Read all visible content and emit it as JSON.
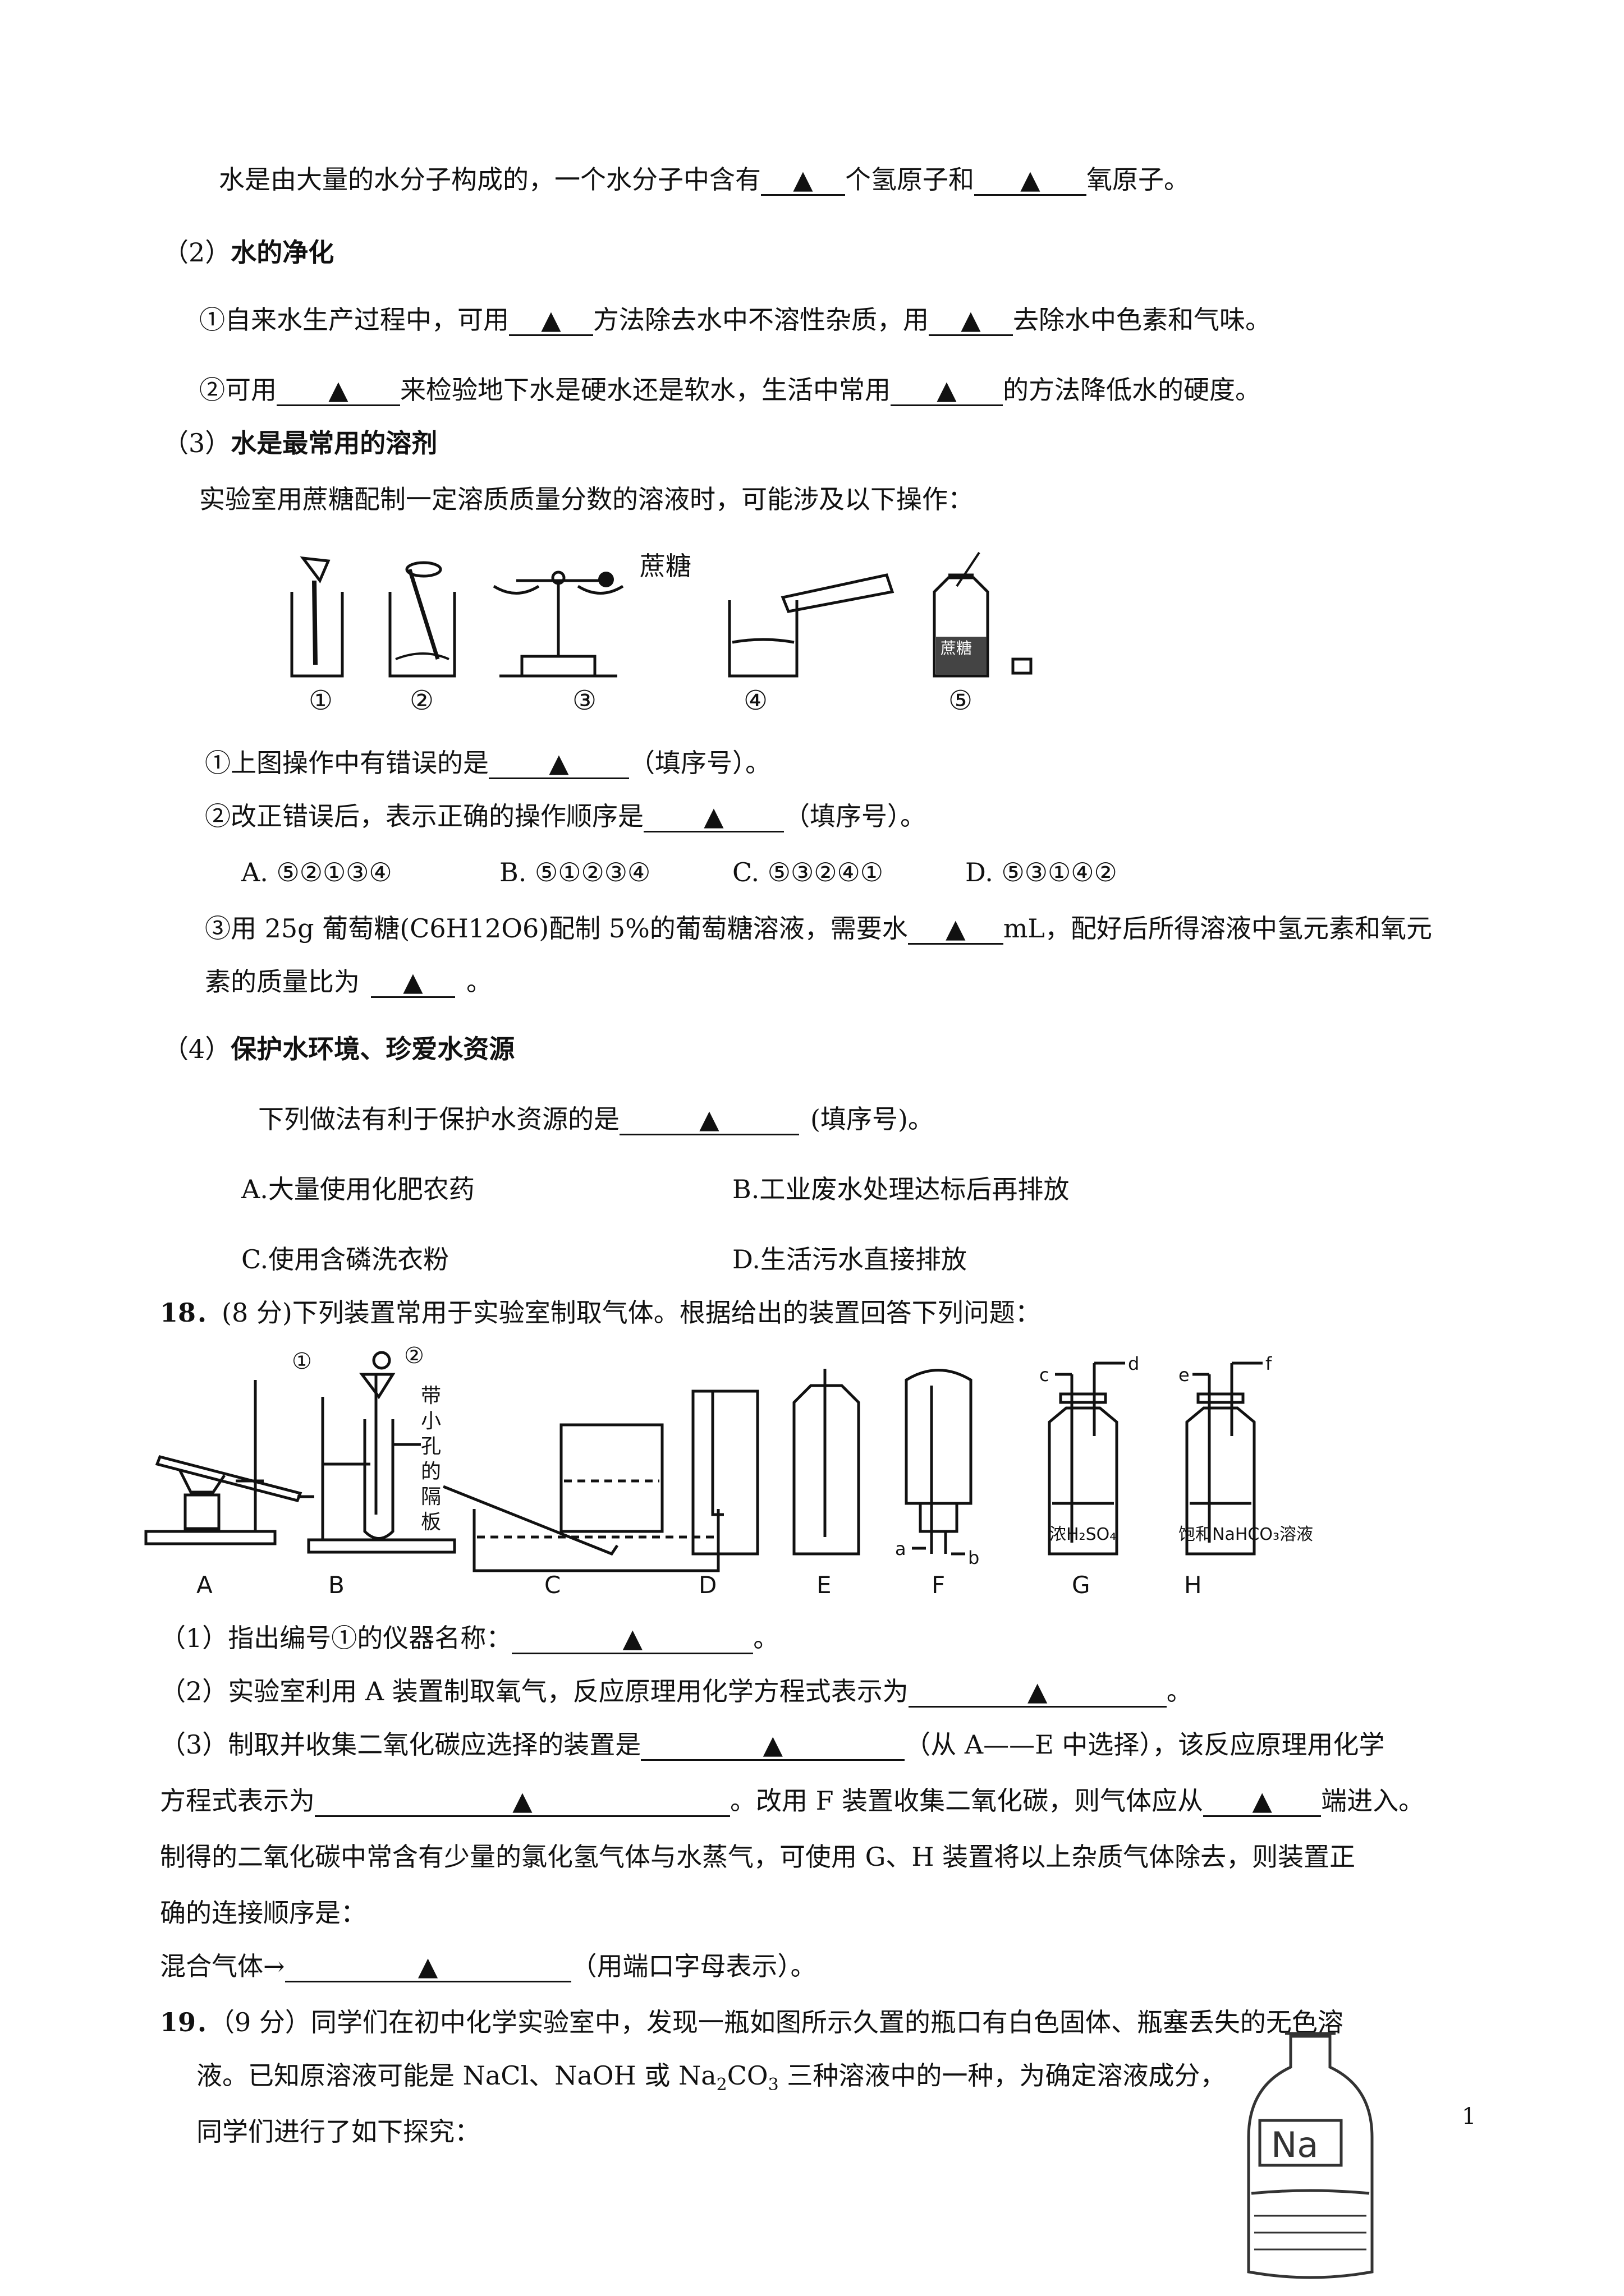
{
  "mark": "▲",
  "p1": {
    "a": "水是由大量的水分子构成的，一个水分子中含有",
    "b": "个氢原子和",
    "c": "氧原子。"
  },
  "s2": {
    "heading_num": "（2）",
    "heading": "水的净化",
    "l1": {
      "a": "①自来水生产过程中，可用",
      "b": "方法除去水中不溶性杂质，用",
      "c": "去除水中色素和气味。"
    },
    "l2": {
      "a": "②可用",
      "b": "来检验地下水是硬水还是软水，生活中常用",
      "c": "的方法降低水的硬度。"
    }
  },
  "s3": {
    "heading_num": "（3）",
    "heading": "水是最常用的溶剂",
    "intro": "实验室用蔗糖配制一定溶质质量分数的溶液时，可能涉及以下操作：",
    "fig_labels": {
      "sugar": "蔗糖",
      "bottle": "蔗糖",
      "n1": "①",
      "n2": "②",
      "n3": "③",
      "n4": "④",
      "n5": "⑤"
    },
    "q1": {
      "a": "①上图操作中有错误的是",
      "b": "（填序号）。"
    },
    "q2": {
      "a": "②改正错误后，表示正确的操作顺序是",
      "b": "（填序号）。"
    },
    "options": [
      "A.  ⑤②①③④",
      "B.  ⑤①②③④",
      "C.  ⑤③②④①",
      "D.  ⑤③①④②"
    ],
    "q3": {
      "a": "③用 25g 葡萄糖(C6H12O6)配制 5%的葡萄糖溶液，需要水",
      "b": "mL，配好后所得溶液中氢元素和氧元",
      "c": "素的质量比为",
      "d": "。"
    }
  },
  "s4": {
    "heading_num": "（4）",
    "heading": "保护水环境、珍爱水资源",
    "q": {
      "a": "下列做法有利于保护水资源的是",
      "b": "(填序号)。"
    },
    "options": [
      "A.大量使用化肥农药",
      "B.工业废水处理达标后再排放",
      "C.使用含磷洗衣粉",
      "D.生活污水直接排放"
    ]
  },
  "q18": {
    "num": "18．",
    "text": "(8 分)下列装置常用于实验室制取气体。根据给出的装置回答下列问题：",
    "fig": {
      "c1": "①",
      "c2": "②",
      "partition": [
        "带",
        "小",
        "孔",
        "的",
        "隔",
        "板"
      ],
      "a": "a",
      "b": "b",
      "c": "c",
      "d": "d",
      "e": "e",
      "f": "f",
      "g_label": "浓H₂SO₄",
      "h_label": "饱和NaHCO₃溶液",
      "letters": [
        "A",
        "B",
        "C",
        "D",
        "E",
        "F",
        "G",
        "H"
      ]
    },
    "l1": {
      "a": "（1）指出编号①的仪器名称：",
      "b": "。"
    },
    "l2": {
      "a": "（2）实验室利用 A 装置制取氧气，反应原理用化学方程式表示为",
      "b": "。"
    },
    "l3": {
      "a": "（3）制取并收集二氧化碳应选择的装置是",
      "b": "（从 A——E 中选择），该反应原理用化学"
    },
    "l4": {
      "a": "方程式表示为",
      "b": "。改用 F 装置收集二氧化碳，则气体应从",
      "c": "端进入。"
    },
    "l5": "制得的二氧化碳中常含有少量的氯化氢气体与水蒸气，可使用 G、H 装置将以上杂质气体除去，则装置正",
    "l6": "确的连接顺序是：",
    "l7": {
      "a": "混合气体→",
      "b": "（用端口字母表示）。"
    }
  },
  "q19": {
    "num": "19．",
    "l1": "（9 分）同学们在初中化学实验室中，发现一瓶如图所示久置的瓶口有白色固体、瓶塞丢失的无色溶",
    "l2a": "液。已知原溶液可能是 NaCl、NaOH 或 Na",
    "l2sub": "2",
    "l2b": "CO",
    "l2sub2": "3",
    "l2c": " 三种溶液中的一种，为确定溶液成分，",
    "l3": "同学们进行了如下探究：",
    "label": "Na"
  },
  "page_number": "1"
}
